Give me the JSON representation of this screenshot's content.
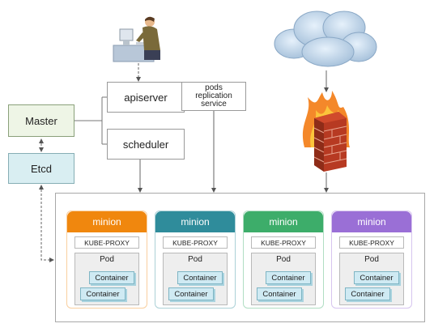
{
  "nodes": {
    "apiserver": "apiserver",
    "scheduler": "scheduler",
    "replication": "pods\nreplication\nservice",
    "master": "Master",
    "etcd": "Etcd"
  },
  "minions": [
    {
      "title": "minion",
      "color": "#f0870e",
      "proxy": "KUBE-PROXY",
      "pod": "Pod",
      "containers": [
        "Container",
        "Container"
      ]
    },
    {
      "title": "minion",
      "color": "#2f8c9b",
      "proxy": "KUBE-PROXY",
      "pod": "Pod",
      "containers": [
        "Container",
        "Container"
      ]
    },
    {
      "title": "minion",
      "color": "#3dad6a",
      "proxy": "KUBE-PROXY",
      "pod": "Pod",
      "containers": [
        "Container",
        "Container"
      ]
    },
    {
      "title": "minion",
      "color": "#9a6fd6",
      "proxy": "KUBE-PROXY",
      "pod": "Pod",
      "containers": [
        "Container",
        "Container"
      ]
    }
  ],
  "icons": [
    "user-at-computer-icon",
    "cloud-icon",
    "firewall-icon"
  ]
}
